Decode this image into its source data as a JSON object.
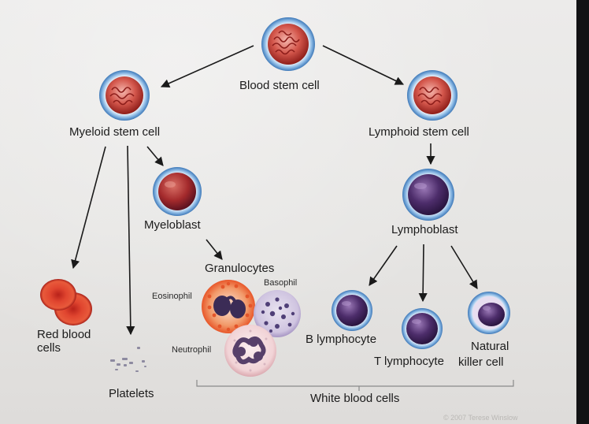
{
  "labels": {
    "blood_stem_cell": "Blood stem cell",
    "myeloid_stem_cell": "Myeloid stem cell",
    "lymphoid_stem_cell": "Lymphoid stem cell",
    "myeloblast": "Myeloblast",
    "lymphoblast": "Lymphoblast",
    "granulocytes": "Granulocytes",
    "eosinophil": "Eosinophil",
    "basophil": "Basophil",
    "neutrophil": "Neutrophil",
    "red_blood_cells_line1": "Red blood",
    "red_blood_cells_line2": "cells",
    "platelets": "Platelets",
    "b_lymphocyte": "B lymphocyte",
    "t_lymphocyte": "T lymphocyte",
    "natural_killer_line1": "Natural",
    "natural_killer_line2": "killer cell",
    "white_blood_cells": "White blood cells"
  },
  "credit": "© 2007 Terese Winslow",
  "colors": {
    "stem_red": "#c4372f",
    "ring_blue": "#6a9fd6",
    "lymph_purple": "#4a2c66",
    "rbc_red": "#d8392a",
    "eosinophil_orange": "#e8572a",
    "basophil_lilac": "#b6a8cf",
    "neutrophil_pink": "#f0d2d4",
    "arrow": "#1a1a1a"
  }
}
